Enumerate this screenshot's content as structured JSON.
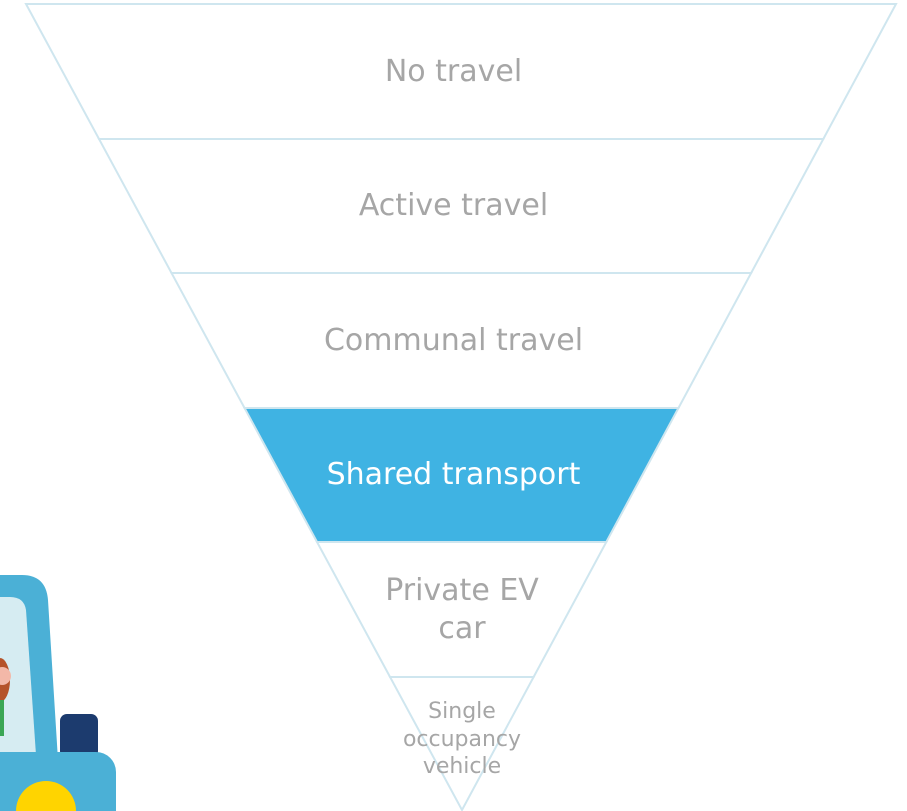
{
  "diagram": {
    "type": "inverted-pyramid",
    "highlighted_tier": "Shared transport",
    "colors": {
      "outline": "#cfe6ef",
      "highlight_fill": "#3fb3e3",
      "text": "#a6a6a6",
      "highlight_text": "#ffffff",
      "car_body": "#4bb0d6",
      "car_window": "#d6ecf2",
      "car_dark": "#1c3b6e",
      "car_light": "#ffd400"
    },
    "tiers": [
      {
        "label": "No travel"
      },
      {
        "label": "Active travel"
      },
      {
        "label": "Communal travel"
      },
      {
        "label": "Shared transport",
        "highlighted": true
      },
      {
        "label": "Private EV car"
      },
      {
        "label": "Single occupancy vehicle"
      }
    ]
  },
  "illustration": {
    "icon": "car-with-driver-icon"
  }
}
